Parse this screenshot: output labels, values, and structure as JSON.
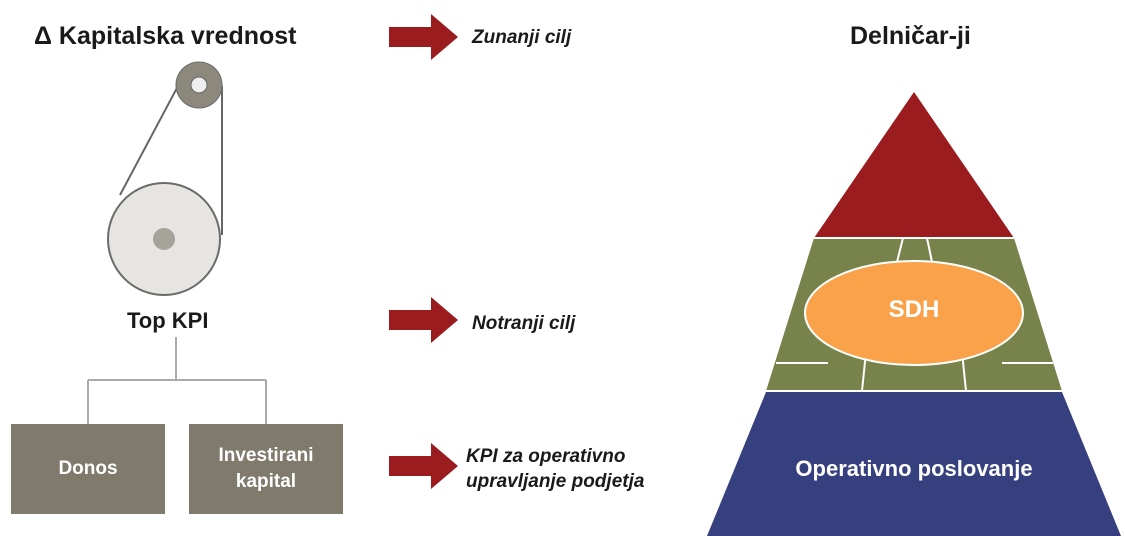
{
  "left_title": "Δ Kapitalska vrednost",
  "top_kpi_label": "Top KPI",
  "boxes": {
    "donos": "Donos",
    "investirani_line1": "Investirani",
    "investirani_line2": "kapital"
  },
  "goals": {
    "external": "Zunanji cilj",
    "internal": "Notranji cilj",
    "kpi_line1": "KPI za operativno",
    "kpi_line2": "upravljanje podjetja"
  },
  "pyramid": {
    "title": "Delničar-ji",
    "middle_label": "SDH",
    "base_label": "Operativno poslovanje"
  },
  "colors": {
    "arrow": "#9b1c1f",
    "pyramid_top": "#9b1c1f",
    "pyramid_middle": "#77834a",
    "ellipse": "#f9a24a",
    "pyramid_base": "#37407f",
    "box": "#7f7a6c"
  }
}
